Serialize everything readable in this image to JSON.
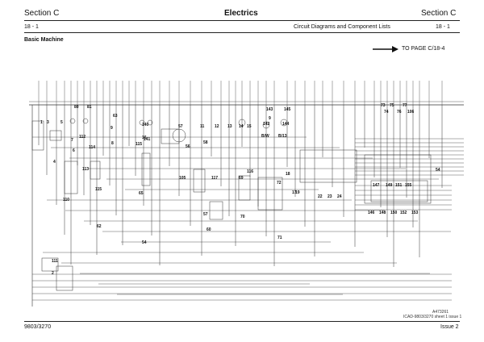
{
  "header": {
    "section_left": "Section C",
    "title": "Electrics",
    "section_right": "Section C",
    "page_left": "18 - 1",
    "subtitle": "Circuit Diagrams and Component Lists",
    "page_right": "18 - 1"
  },
  "section_heading": "Basic Machine",
  "continuation": {
    "label": "TO PAGE C/18-4"
  },
  "component_numbers": [
    "1",
    "3",
    "5",
    "80",
    "81",
    "112",
    "6",
    "63",
    "113",
    "114",
    "115",
    "110",
    "62",
    "9",
    "8",
    "115",
    "140",
    "16",
    "141",
    "65",
    "54",
    "57",
    "58",
    "56",
    "105",
    "11",
    "12",
    "117",
    "13",
    "14",
    "15",
    "70",
    "116",
    "69",
    "143",
    "145",
    "9",
    "142",
    "144",
    "B/W",
    "B/13",
    "18",
    "72",
    "71",
    "17",
    "19",
    "22",
    "23",
    "24",
    "73",
    "74",
    "75",
    "76",
    "77",
    "106",
    "54",
    "147",
    "149",
    "151",
    "155",
    "146",
    "148",
    "150",
    "152",
    "153",
    "57",
    "60",
    "2",
    "111",
    "4",
    "7"
  ],
  "footer": {
    "left": "9803/3270",
    "right": "Issue 2",
    "ref1": "A473261",
    "ref2": "ICAD-9803/3270 sheet 1 issue 1"
  }
}
